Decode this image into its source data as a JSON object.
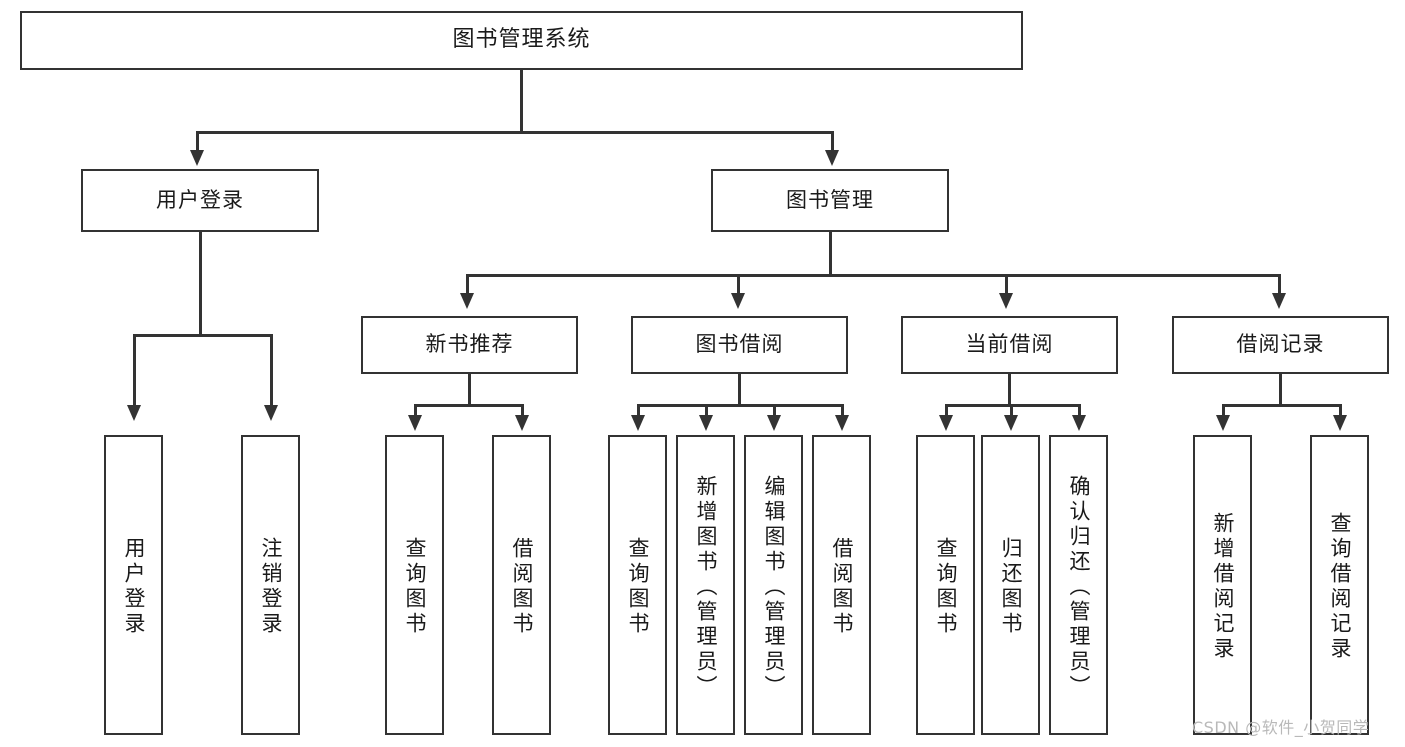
{
  "diagram": {
    "title": "图书管理系统",
    "type": "功能结构图",
    "watermark": "CSDN @软件_小贺同学",
    "colors": {
      "stroke": "#333333",
      "fill": "#ffffff",
      "text": "#1a1a1a",
      "watermark": "#b9b9b9"
    },
    "levels": {
      "root": [
        "图书管理系统"
      ],
      "level2": [
        "用户登录",
        "图书管理"
      ],
      "level3": [
        "新书推荐",
        "图书借阅",
        "当前借阅",
        "借阅记录"
      ],
      "leaves": [
        "用户登录",
        "注销登录",
        "查询图书",
        "借阅图书",
        "查询图书",
        "新增图书（管理员）",
        "编辑图书（管理员）",
        "借阅图书",
        "查询图书",
        "归还图书",
        "确认归还（管理员）",
        "新增借阅记录",
        "查询借阅记录"
      ]
    },
    "nodes": {
      "root": {
        "label": "图书管理系统"
      },
      "user_login": {
        "label": "用户登录"
      },
      "book_mgmt": {
        "label": "图书管理"
      },
      "new_book_rec": {
        "label": "新书推荐"
      },
      "book_borrow": {
        "label": "图书借阅"
      },
      "current_borrow": {
        "label": "当前借阅"
      },
      "borrow_record": {
        "label": "借阅记录"
      },
      "leaf_user_login": {
        "label": "用户登录"
      },
      "leaf_logout": {
        "label": "注销登录"
      },
      "leaf_query_book_1": {
        "label": "查询图书"
      },
      "leaf_borrow_book_1": {
        "label": "借阅图书"
      },
      "leaf_query_book_2": {
        "label": "查询图书"
      },
      "leaf_add_book_admin": {
        "label": "新增图书（管理员）"
      },
      "leaf_edit_book_admin": {
        "label": "编辑图书（管理员）"
      },
      "leaf_borrow_book_2": {
        "label": "借阅图书"
      },
      "leaf_query_book_3": {
        "label": "查询图书"
      },
      "leaf_return_book": {
        "label": "归还图书"
      },
      "leaf_confirm_return_admin": {
        "label": "确认归还（管理员）"
      },
      "leaf_add_borrow_record": {
        "label": "新增借阅记录"
      },
      "leaf_query_borrow_record": {
        "label": "查询借阅记录"
      }
    },
    "edges": [
      {
        "from": "root",
        "to": "user_login"
      },
      {
        "from": "root",
        "to": "book_mgmt"
      },
      {
        "from": "user_login",
        "to": "leaf_user_login"
      },
      {
        "from": "user_login",
        "to": "leaf_logout"
      },
      {
        "from": "book_mgmt",
        "to": "new_book_rec"
      },
      {
        "from": "book_mgmt",
        "to": "book_borrow"
      },
      {
        "from": "book_mgmt",
        "to": "current_borrow"
      },
      {
        "from": "book_mgmt",
        "to": "borrow_record"
      },
      {
        "from": "new_book_rec",
        "to": "leaf_query_book_1"
      },
      {
        "from": "new_book_rec",
        "to": "leaf_borrow_book_1"
      },
      {
        "from": "book_borrow",
        "to": "leaf_query_book_2"
      },
      {
        "from": "book_borrow",
        "to": "leaf_add_book_admin"
      },
      {
        "from": "book_borrow",
        "to": "leaf_edit_book_admin"
      },
      {
        "from": "book_borrow",
        "to": "leaf_borrow_book_2"
      },
      {
        "from": "current_borrow",
        "to": "leaf_query_book_3"
      },
      {
        "from": "current_borrow",
        "to": "leaf_return_book"
      },
      {
        "from": "current_borrow",
        "to": "leaf_confirm_return_admin"
      },
      {
        "from": "borrow_record",
        "to": "leaf_add_borrow_record"
      },
      {
        "from": "borrow_record",
        "to": "leaf_query_borrow_record"
      }
    ]
  }
}
